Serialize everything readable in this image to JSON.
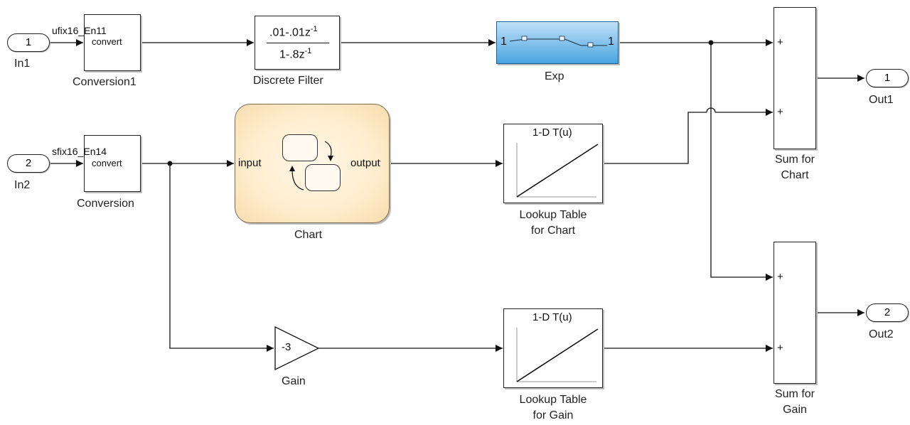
{
  "inports": [
    {
      "number": "1",
      "label": "In1"
    },
    {
      "number": "2",
      "label": "In2"
    }
  ],
  "outports": [
    {
      "number": "1",
      "label": "Out1"
    },
    {
      "number": "2",
      "label": "Out2"
    }
  ],
  "conversion1": {
    "label": "Conversion1",
    "type_text": "ufix16_En11",
    "inner": "convert"
  },
  "conversion": {
    "label": "Conversion",
    "type_text": "sfix16_En14",
    "inner": "convert"
  },
  "discrete_filter": {
    "label": "Discrete Filter",
    "numerator": ".01-.01z",
    "denominator": "1-.8z",
    "exponent": "-1"
  },
  "exp": {
    "label": "Exp",
    "left": "1",
    "right": "1"
  },
  "chart": {
    "label": "Chart",
    "input": "input",
    "output": "output"
  },
  "lookup_chart": {
    "title": "1-D T(u)",
    "label_line1": "Lookup Table",
    "label_line2": "for Chart"
  },
  "lookup_gain": {
    "title": "1-D T(u)",
    "label_line1": "Lookup Table",
    "label_line2": "for Gain"
  },
  "gain": {
    "value": "-3",
    "label": "Gain"
  },
  "sum_chart": {
    "label_line1": "Sum for",
    "label_line2": "Chart",
    "signs": [
      "+",
      "+"
    ]
  },
  "sum_gain": {
    "label_line1": "Sum for",
    "label_line2": "Gain",
    "signs": [
      "+",
      "+"
    ]
  },
  "colors": {
    "line": "#111111",
    "exp_top": "#bfe0f7",
    "exp_bottom": "#4aa5e0",
    "chart_fill": "#ffeccc"
  }
}
